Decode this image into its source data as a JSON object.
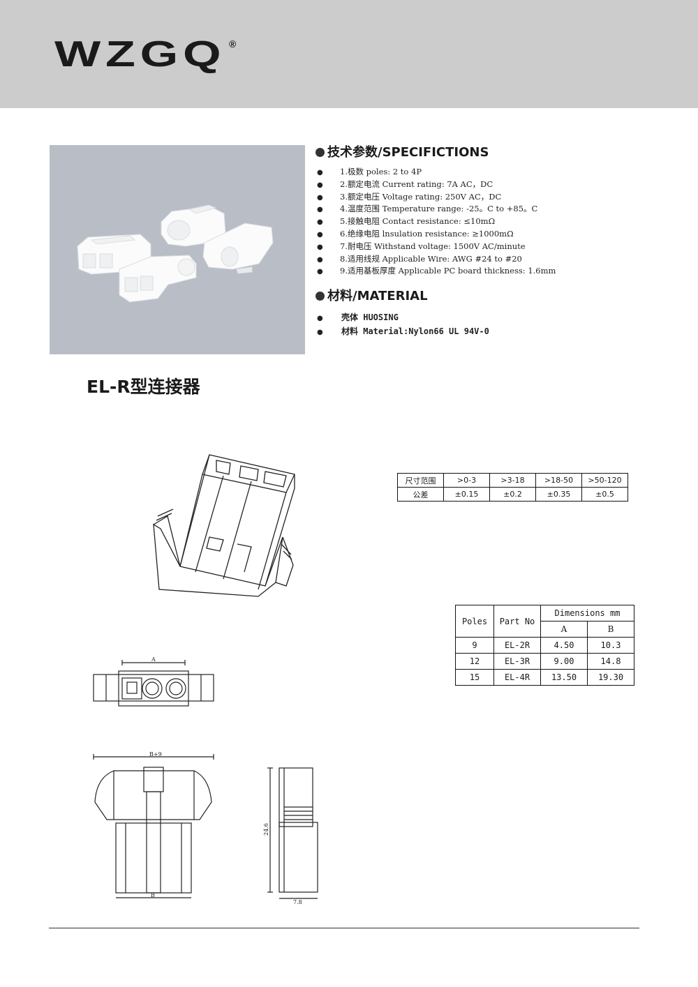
{
  "header": {
    "logo_text": "WZGQ",
    "logo_mark": "®"
  },
  "specifications": {
    "title": "技术参数/SPECIFICTIONS",
    "items": [
      "1.极数 poles: 2 to 4P",
      "2.额定电流 Current rating: 7A AC，DC",
      "3.额定电压 Voltage rating: 250V AC，DC",
      "4.温度范围 Temperature range: -25。C to +85。C",
      "5.接触电阻 Contact resistance: ≤10mΩ",
      "6.绝缘电阻 lnsulation resistance: ≥1000mΩ",
      "7.耐电压 Withstand voltage: 1500V AC/minute",
      "8.适用线规 Applicable Wire: AWG #24 to #20",
      "9.适用基板厚度 Applicable PC board thickness: 1.6mm"
    ]
  },
  "material": {
    "title": "材料/MATERIAL",
    "items": [
      "壳体 HUOSING",
      "材料 Material:Nylon66 UL 94V-0"
    ]
  },
  "product_title": "EL-R型连接器",
  "tolerance_table": {
    "header": [
      "尺寸范围",
      ">0-3",
      ">3-18",
      ">18-50",
      ">50-120"
    ],
    "row": [
      "公差",
      "±0.15",
      "±0.2",
      "±0.35",
      "±0.5"
    ]
  },
  "dimensions_table": {
    "col_poles": "Poles",
    "col_part": "Part No",
    "col_dims": "Dimensions mm",
    "col_a": "A",
    "col_b": "B",
    "rows": [
      {
        "poles": "9",
        "part": "EL-2R",
        "a": "4.50",
        "b": "10.3"
      },
      {
        "poles": "12",
        "part": "EL-3R",
        "a": "9.00",
        "b": "14.8"
      },
      {
        "poles": "15",
        "part": "EL-4R",
        "a": "13.50",
        "b": "19.30"
      }
    ]
  },
  "drawing_labels": {
    "a": "A",
    "b_plus_9": "B+9",
    "b": "B",
    "height": "24.6",
    "width": "7.8"
  }
}
